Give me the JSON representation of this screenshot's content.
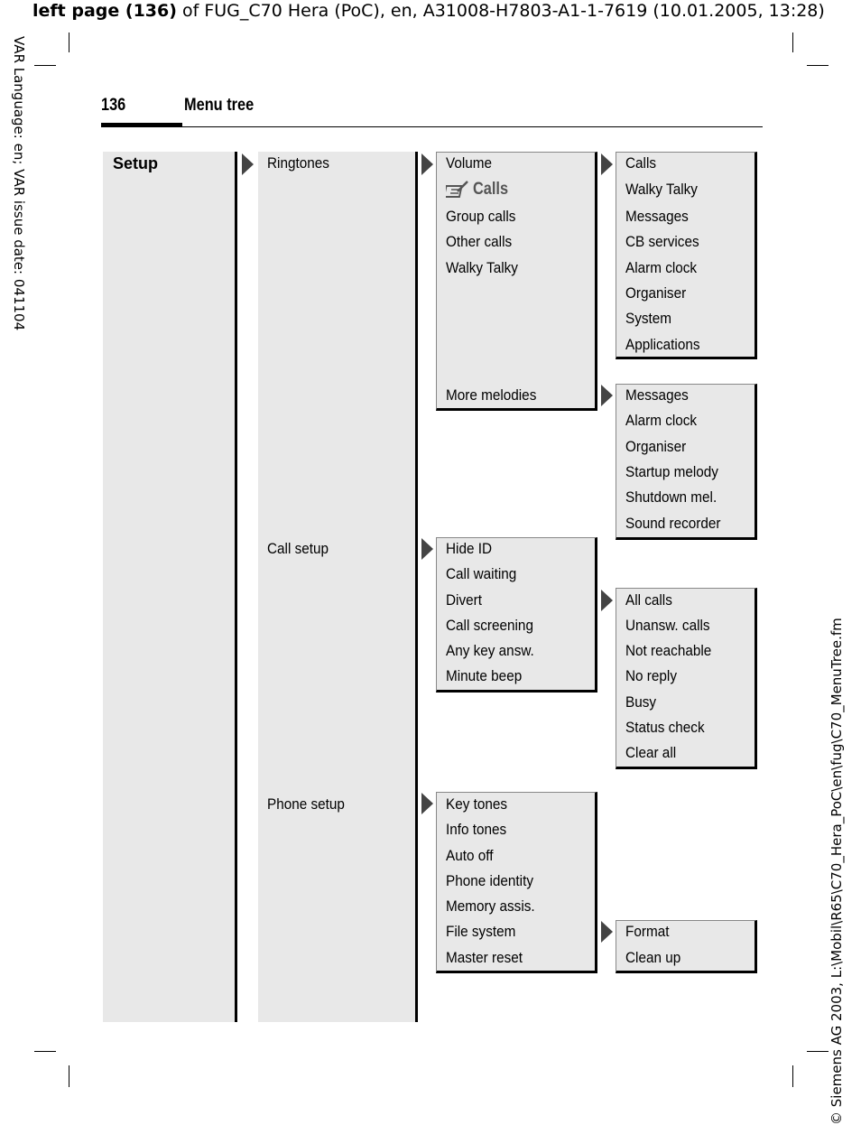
{
  "header": {
    "bold": "left page (136)",
    "rest": " of FUG_C70 Hera (PoC), en, A31008-H7803-A1-1-7619 (10.01.2005, 13:28)"
  },
  "margin_left": "VAR Language: en; VAR issue date: 041104",
  "margin_right": "© Siemens AG 2003, L:\\Mobil\\R65\\C70_Hera_PoC\\en\\fug\\C70_MenuTree.fm",
  "page": {
    "number": "136",
    "title": "Menu tree"
  },
  "level1": {
    "label": "Setup"
  },
  "level2": [
    {
      "label": "Ringtones"
    },
    {
      "label": "Call setup"
    },
    {
      "label": "Phone setup"
    }
  ],
  "ringtones": {
    "items": [
      "Volume",
      "Calls",
      "Group calls",
      "Other calls",
      "Walky Talky"
    ],
    "more": "More melodies",
    "calls_icon": "handset-edit-icon"
  },
  "volume_sub": [
    "Calls",
    "Walky Talky",
    "Messages",
    "CB services",
    "Alarm clock",
    "Organiser",
    "System",
    "Applications"
  ],
  "more_sub": [
    "Messages",
    "Alarm clock",
    "Organiser",
    "Startup melody",
    "Shutdown mel.",
    "Sound recorder"
  ],
  "call_setup": [
    "Hide ID",
    "Call waiting",
    "Divert",
    "Call screening",
    "Any key answ.",
    "Minute beep"
  ],
  "divert_sub": [
    "All calls",
    "Unansw. calls",
    "Not reachable",
    "No reply",
    "Busy",
    "Status check",
    "Clear all"
  ],
  "phone_setup": [
    "Key tones",
    "Info tones",
    "Auto off",
    "Phone identity",
    "Memory assis.",
    "File system",
    "Master reset"
  ],
  "filesystem_sub": [
    "Format",
    "Clean up"
  ]
}
